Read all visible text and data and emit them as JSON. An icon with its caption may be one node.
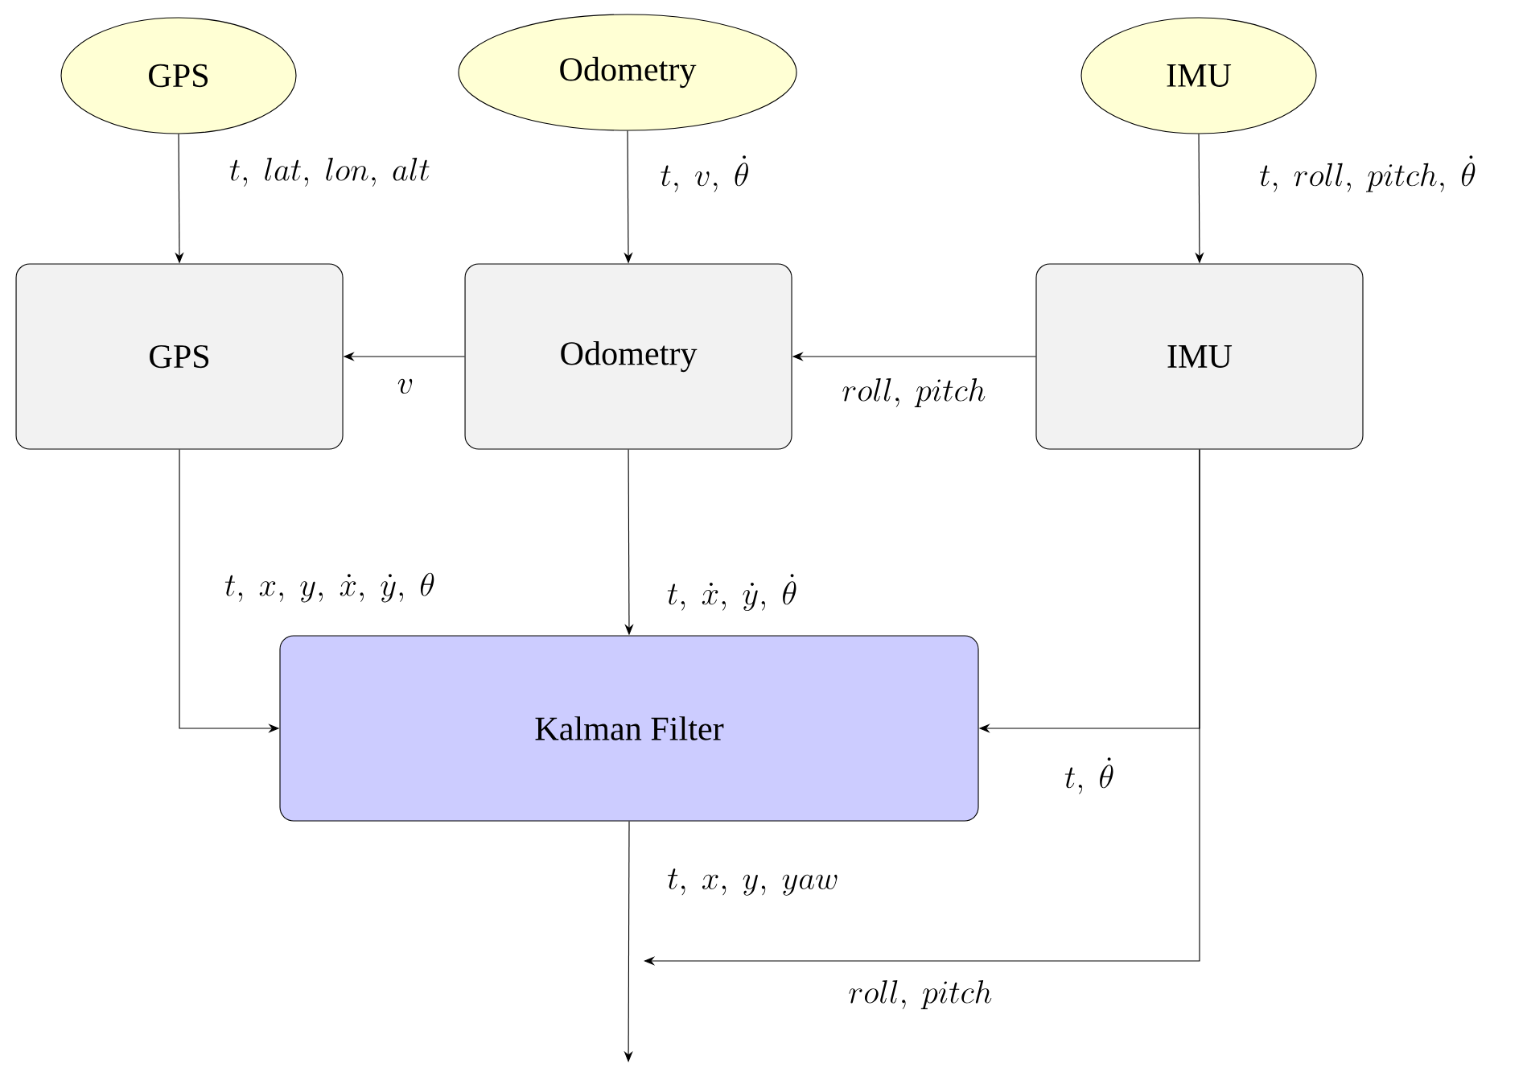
{
  "diagram": {
    "nodes": [
      {
        "text": [
          "GPS"
        ]
      },
      {
        "text": [
          "Odometry"
        ]
      },
      {
        "text": [
          "IMU"
        ]
      },
      {
        "text": [
          "GPS"
        ]
      },
      {
        "text": [
          "Odometry"
        ]
      },
      {
        "text": [
          "IMU"
        ]
      },
      {
        "text": [
          "Kalman Filter"
        ]
      }
    ],
    "edges": [
      {
        "from": 0,
        "to": 3,
        "arrow": "to",
        "label": "t,\\ lat,\\ lon,\\ alt"
      },
      {
        "from": 1,
        "to": 4,
        "arrow": "to",
        "label": "t,\\ v,\\ \\dot{\\theta}"
      },
      {
        "from": 2,
        "to": 5,
        "arrow": "to",
        "label": "t,\\ roll,\\ pitch,\\ \\dot{\\theta}"
      },
      {
        "from": 4,
        "to": 3,
        "arrow": "to",
        "label": "v"
      },
      {
        "from": 5,
        "to": 4,
        "arrow": "to",
        "label": "roll,\\ pitch"
      },
      {
        "from": 3,
        "to": 6,
        "arrow": "to",
        "label": "t,\\ x,\\ y,\\ \\dot{x},\\ \\dot{y},\\ \\theta"
      },
      {
        "from": 4,
        "to": 6,
        "arrow": "to",
        "label": "t,\\ \\dot{x},\\ \\dot{y},\\ \\dot{\\theta}"
      },
      {
        "from": 5,
        "to": 6,
        "arrow": "to",
        "label": "t,\\ \\dot{\\theta}"
      },
      {
        "from": 6,
        "to": null,
        "arrow": "to",
        "label": "t,\\ x,\\ y,\\ yaw"
      },
      {
        "from": 5,
        "to": null,
        "arrow": "to",
        "label": "roll,\\ pitch"
      }
    ]
  }
}
